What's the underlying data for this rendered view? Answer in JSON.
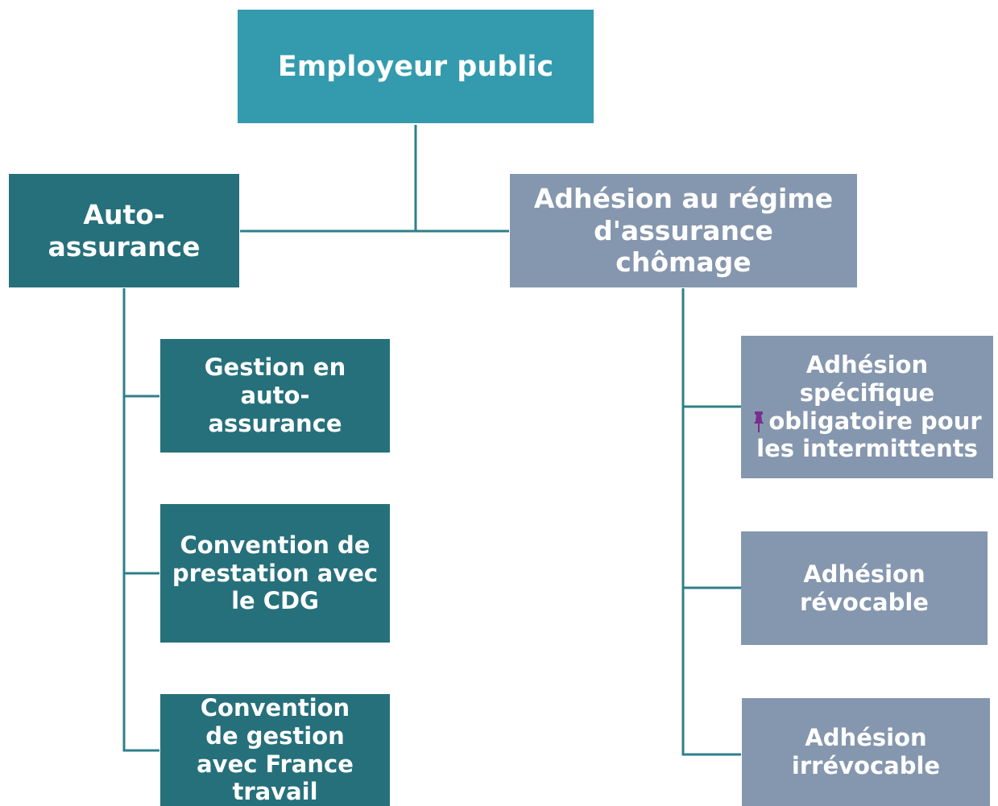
{
  "root": {
    "label": "Employeur public"
  },
  "left": {
    "label": "Auto-assurance",
    "children": [
      {
        "label": "Gestion en auto-assurance"
      },
      {
        "label": "Convention de prestation avec le CDG"
      },
      {
        "label": "Convention de gestion avec France travail"
      }
    ]
  },
  "right": {
    "label": "Adhésion au régime d'assurance chômage",
    "children": [
      {
        "label_line1": "Adhésion spécifique",
        "label_line2": "obligatoire pour",
        "label_line3": "les intermittents",
        "icon": "pushpin-icon"
      },
      {
        "label": "Adhésion révocable"
      },
      {
        "label": "Adhésion irrévocable"
      }
    ]
  },
  "colors": {
    "root": "#339bad",
    "teal": "#26707b",
    "grey": "#8597ae",
    "connector": "#2f7f8a",
    "pin": "#7b2d8e"
  }
}
